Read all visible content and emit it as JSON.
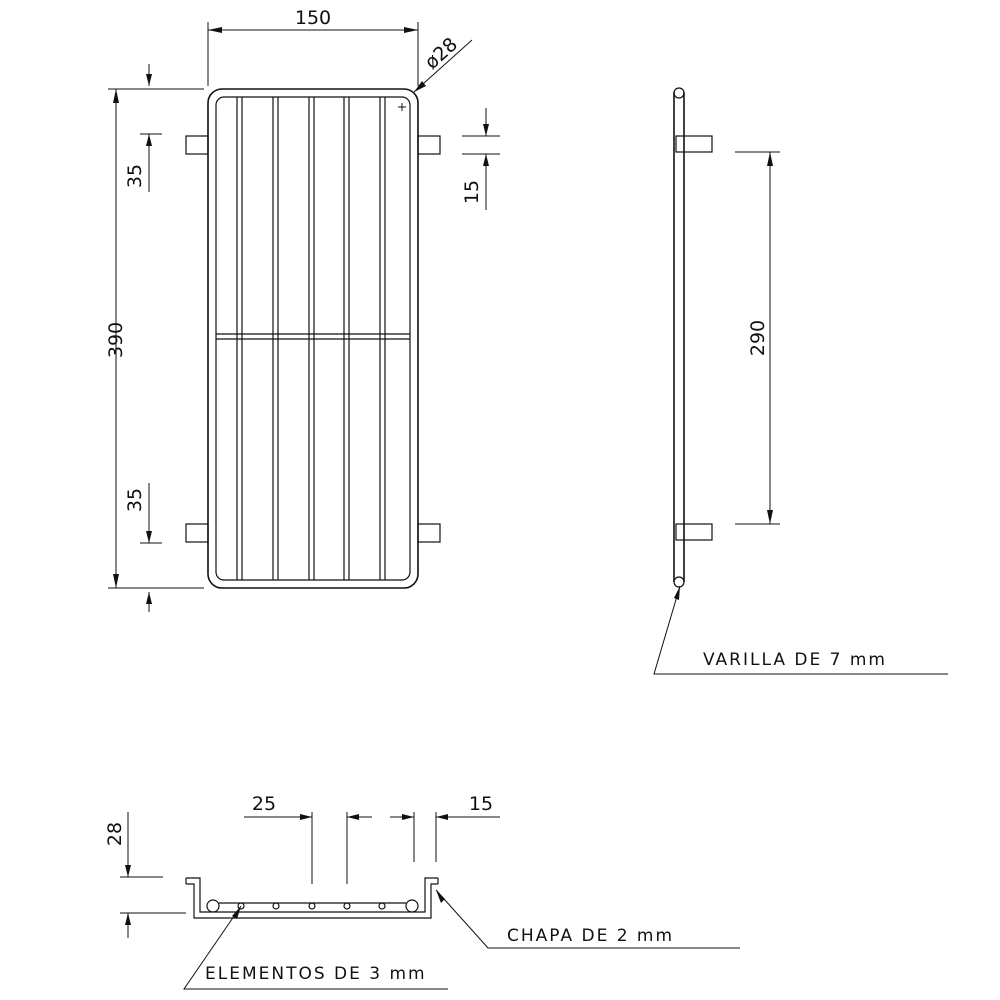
{
  "dimensions": {
    "width_top": "150",
    "diameter": "ø28",
    "height_total": "390",
    "offset_top": "35",
    "offset_bottom": "35",
    "tab_width": "15",
    "side_span": "290",
    "section_height": "28",
    "section_spacing": "25",
    "section_tab": "15"
  },
  "labels": {
    "rod": "VARILLA DE 7 mm",
    "sheet": "CHAPA DE 2 mm",
    "elements": "ELEMENTOS DE 3 mm"
  }
}
